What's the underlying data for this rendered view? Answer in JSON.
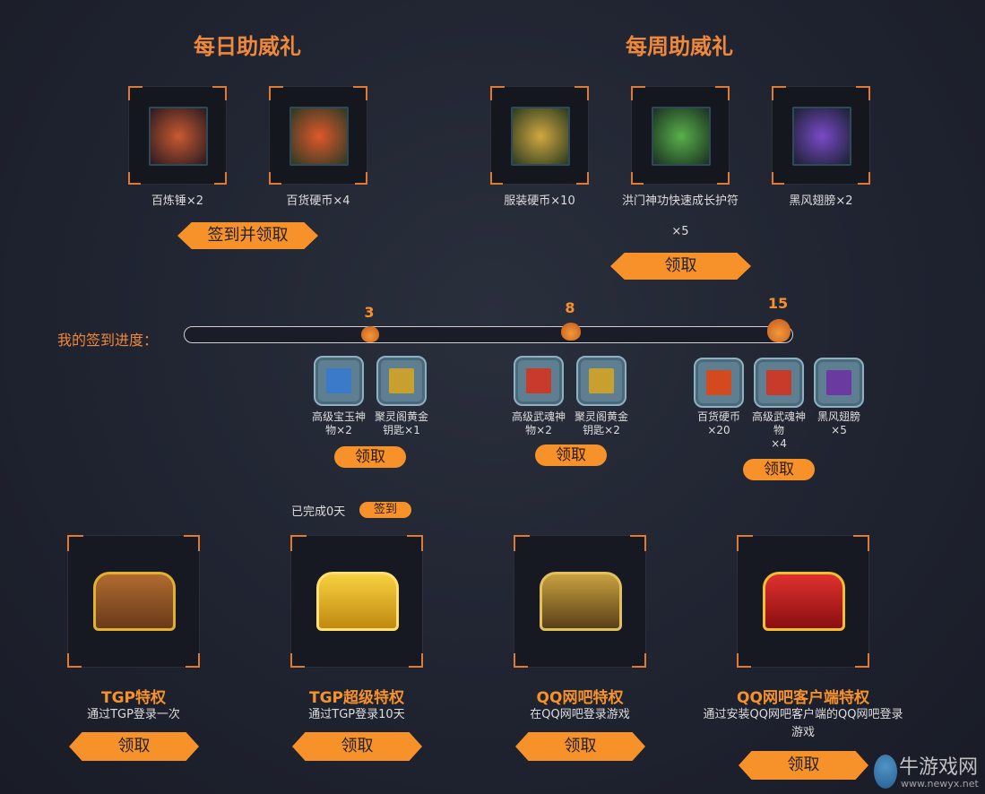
{
  "daily": {
    "title": "每日助威礼",
    "items": [
      {
        "label": "百炼锤×2",
        "color": "#8a3a28"
      },
      {
        "label": "百货硬币×4",
        "color": "#d24a1e"
      }
    ],
    "button": "签到并领取"
  },
  "weekly": {
    "title": "每周助威礼",
    "items": [
      {
        "label": "服装硬币×10",
        "color": "#b8902e"
      },
      {
        "label": "洪门神功快速成长护符",
        "label2": "×5",
        "color": "#3a8a3a"
      },
      {
        "label": "黑风翅膀×2",
        "color": "#6a3aa0"
      }
    ],
    "button": "领取"
  },
  "progress": {
    "label": "我的签到进度：",
    "days_done": 0,
    "max_days": 15,
    "milestones": [
      {
        "day": "3",
        "rewards": [
          {
            "l1": "高级宝玉神",
            "l2": "物×2",
            "color": "#3a7ac8"
          },
          {
            "l1": "聚灵阁黄金",
            "l2": "钥匙×1",
            "color": "#c8a030"
          }
        ],
        "button": "领取"
      },
      {
        "day": "8",
        "rewards": [
          {
            "l1": "高级武魂神",
            "l2": "物×2",
            "color": "#c83a2a"
          },
          {
            "l1": "聚灵阁黄金",
            "l2": "钥匙×2",
            "color": "#c8a030"
          }
        ],
        "button": "领取"
      },
      {
        "day": "15",
        "rewards": [
          {
            "l1": "百货硬币",
            "l2": "×20",
            "color": "#d24a1e"
          },
          {
            "l1": "高级武魂神",
            "l2": "物",
            "l3": "×4",
            "color": "#c83a2a"
          },
          {
            "l1": "黑风翅膀",
            "l2": "×5",
            "color": "#6a3aa0"
          }
        ],
        "button": "领取"
      }
    ]
  },
  "signin": {
    "status": "已完成0天",
    "button": "签到"
  },
  "privileges": [
    {
      "title": "TGP特权",
      "desc": "通过TGP登录一次",
      "button": "领取",
      "color": "#9a5a2a"
    },
    {
      "title": "TGP超级特权",
      "desc": "通过TGP登录10天",
      "button": "领取",
      "color": "#e0b020"
    },
    {
      "title": "QQ网吧特权",
      "desc": "在QQ网吧登录游戏",
      "button": "领取",
      "color": "#8a6a28"
    },
    {
      "title": "QQ网吧客户端特权",
      "desc": "通过安装QQ网吧客户端的QQ网吧登录",
      "desc2": "游戏",
      "button": "领取",
      "color": "#c02a2a"
    }
  ],
  "watermark": {
    "name": "牛游戏网",
    "url": "www.newyx.net"
  },
  "colors": {
    "accent": "#f7922a",
    "title": "#f0883a"
  }
}
